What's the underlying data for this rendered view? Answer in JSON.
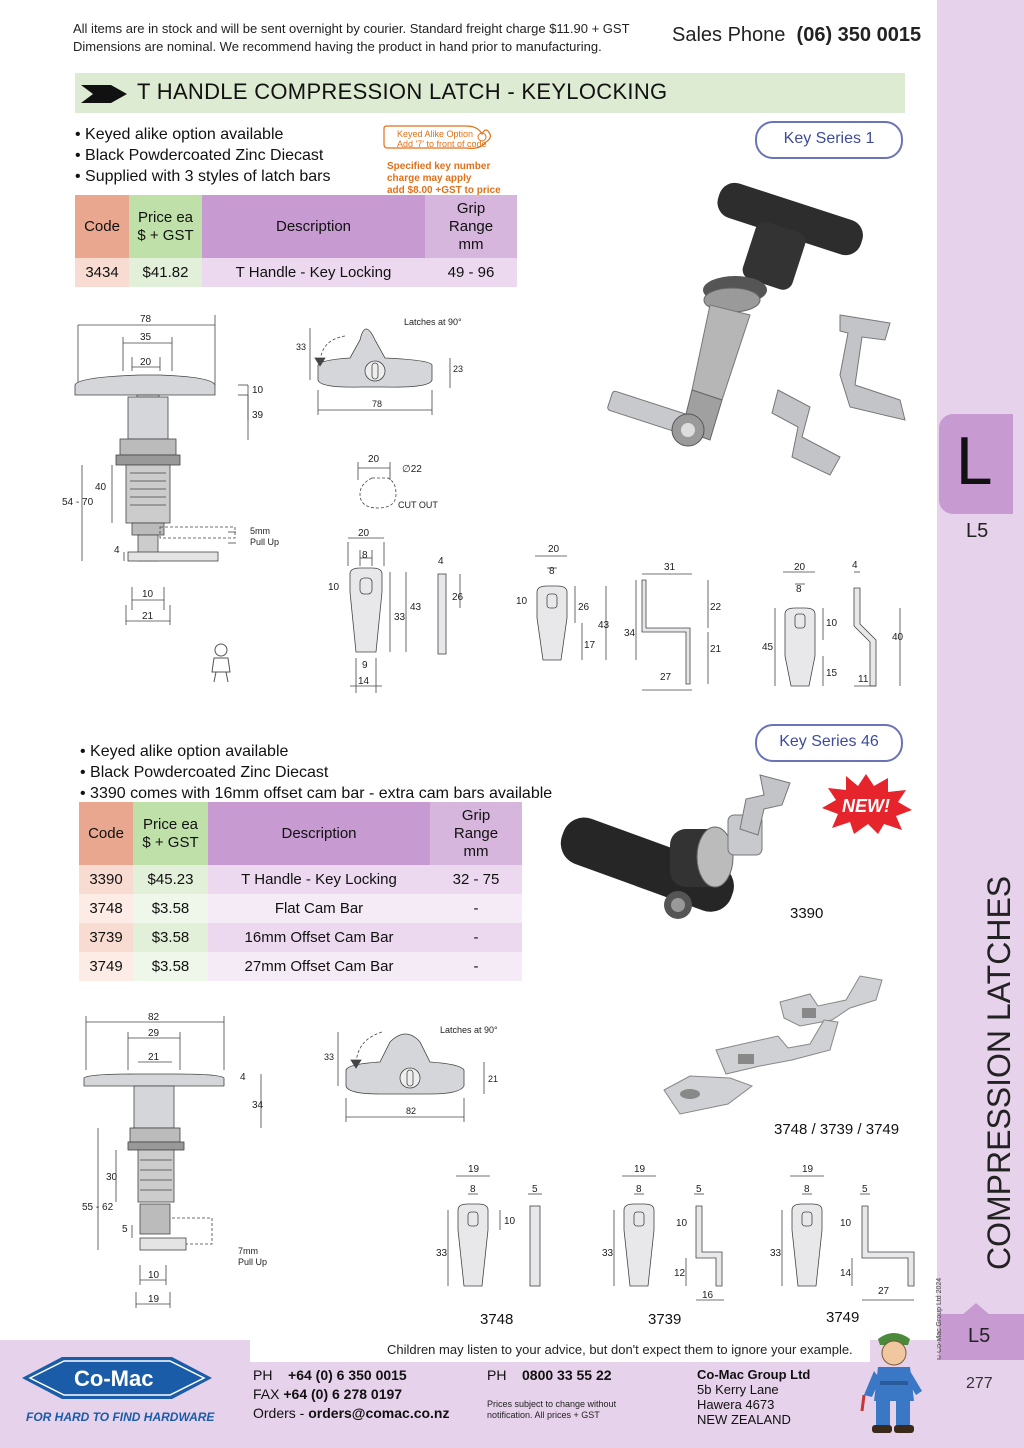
{
  "header": {
    "notice_line1": "All items are in stock and will be sent overnight by courier. Standard freight charge $11.90 + GST",
    "notice_line2": "Dimensions are nominal. We recommend having the product in hand prior to manufacturing.",
    "sales_label": "Sales Phone",
    "sales_number": "(06) 350 0015"
  },
  "title": "T HANDLE COMPRESSION LATCH - KEYLOCKING",
  "section1": {
    "bullets": [
      "• Keyed alike option available",
      "• Black Powdercoated Zinc Diecast",
      "• Supplied with 3 styles of latch bars"
    ],
    "key_series": "Key Series 1",
    "key_tag_line1": "Keyed Alike Option",
    "key_tag_line2": "Add '7' to front of code",
    "key_note_line1": "Specified key number",
    "key_note_line2": "charge may apply",
    "key_note_line3": "add $8.00 +GST to price",
    "table": {
      "headers": {
        "code": "Code",
        "price1": "Price ea",
        "price2": "$ + GST",
        "desc": "Description",
        "grip1": "Grip",
        "grip2": "Range",
        "grip3": "mm"
      },
      "rows": [
        {
          "code": "3434",
          "price": "$41.82",
          "desc": "T Handle - Key Locking",
          "grip": "49 - 96"
        }
      ]
    },
    "drawing": {
      "d78": "78",
      "d35": "35",
      "d20": "20",
      "d10": "10",
      "d39": "39",
      "d40": "40",
      "d54_70": "54 - 70",
      "pullup1": "5mm",
      "pullup2": "Pull Up",
      "d4": "4",
      "d10b": "10",
      "d21": "21",
      "latches": "Latches at 90°",
      "h33": "33",
      "h23": "23",
      "w78": "78",
      "cut20": "20",
      "cut22": "∅22",
      "cutout": "CUT OUT",
      "b1_20": "20",
      "b1_8": "8",
      "b1_10": "10",
      "b1_33": "33",
      "b1_43": "43",
      "b1_9": "9",
      "b1_14": "14",
      "b1_4": "4",
      "b1_26": "26",
      "b2_20": "20",
      "b2_8": "8",
      "b2_10": "10",
      "b2_26": "26",
      "b2_17": "17",
      "b2_43": "43",
      "b2_31": "31",
      "b2_34": "34",
      "b2_22": "22",
      "b2_21": "21",
      "b2_27": "27",
      "b3_20": "20",
      "b3_8": "8",
      "b3_45": "45",
      "b3_10": "10",
      "b3_15": "15",
      "b3_4": "4",
      "b3_40": "40",
      "b3_11": "11"
    }
  },
  "section2": {
    "bullets": [
      "• Keyed alike option available",
      "• Black Powdercoated Zinc Diecast",
      "• 3390 comes with 16mm offset cam bar - extra cam bars available"
    ],
    "key_series": "Key Series 46",
    "new_badge": "NEW!",
    "label_handle": "3390",
    "label_bars": "3748 / 3739 / 3749",
    "table": {
      "headers": {
        "code": "Code",
        "price1": "Price ea",
        "price2": "$ + GST",
        "desc": "Description",
        "grip1": "Grip",
        "grip2": "Range",
        "grip3": "mm"
      },
      "rows": [
        {
          "code": "3390",
          "price": "$45.23",
          "desc": "T Handle - Key Locking",
          "grip": "32 - 75"
        },
        {
          "code": "3748",
          "price": "$3.58",
          "desc": "Flat Cam Bar",
          "grip": "-"
        },
        {
          "code": "3739",
          "price": "$3.58",
          "desc": "16mm Offset Cam Bar",
          "grip": "-"
        },
        {
          "code": "3749",
          "price": "$3.58",
          "desc": "27mm Offset Cam Bar",
          "grip": "-"
        }
      ]
    },
    "drawing": {
      "d82": "82",
      "d29": "29",
      "d21": "21",
      "d4": "4",
      "d34": "34",
      "d30": "30",
      "d55_62": "55 - 62",
      "d5": "5",
      "pullup1": "7mm",
      "pullup2": "Pull Up",
      "d10": "10",
      "d19": "19",
      "latches": "Latches at 90°",
      "h33": "33",
      "h21": "21",
      "w82": "82",
      "b_19": "19",
      "b_8": "8",
      "b_5": "5",
      "b_10": "10",
      "b_33": "33",
      "b_12": "12",
      "b_16": "16",
      "b_14": "14",
      "b_27": "27",
      "cap1": "3748",
      "cap2": "3739",
      "cap3": "3749"
    }
  },
  "sidebar": {
    "letter": "L",
    "code": "L5",
    "vertical_title": "COMPRESSION LATCHES",
    "copyright": "© Co-Mac Group Ltd 2024",
    "bottom_code": "L5",
    "page_number": "277"
  },
  "footer": {
    "quote": "Children may listen to your advice, but don't expect them to ignore your example.",
    "logo_text": "Co-Mac",
    "tagline": "FOR HARD TO FIND HARDWARE",
    "ph_label": "PH",
    "ph_number": "+64 (0) 6 350 0015",
    "fax_label": "FAX",
    "fax_number": "+64 (0) 6 278 0197",
    "orders_label": "Orders -",
    "orders_email": "orders@comac.co.nz",
    "ph2_label": "PH",
    "ph2_number": "0800 33 55 22",
    "disclaimer_line1": "Prices subject to change without",
    "disclaimer_line2": "notification. All prices + GST",
    "company": "Co-Mac Group Ltd",
    "address1": "5b Kerry Lane",
    "address2": "Hawera 4673",
    "address3": "NEW ZEALAND"
  },
  "colors": {
    "accent_purple": "#c79ad1",
    "sidebar": "#e6d2ea",
    "title_bar": "#dcebd2",
    "code_header": "#e8a78e",
    "price_header": "#bfe0a8",
    "key_pill": "#6c74b8",
    "orange_note": "#e2701a",
    "logo_blue": "#1a5ca8"
  }
}
